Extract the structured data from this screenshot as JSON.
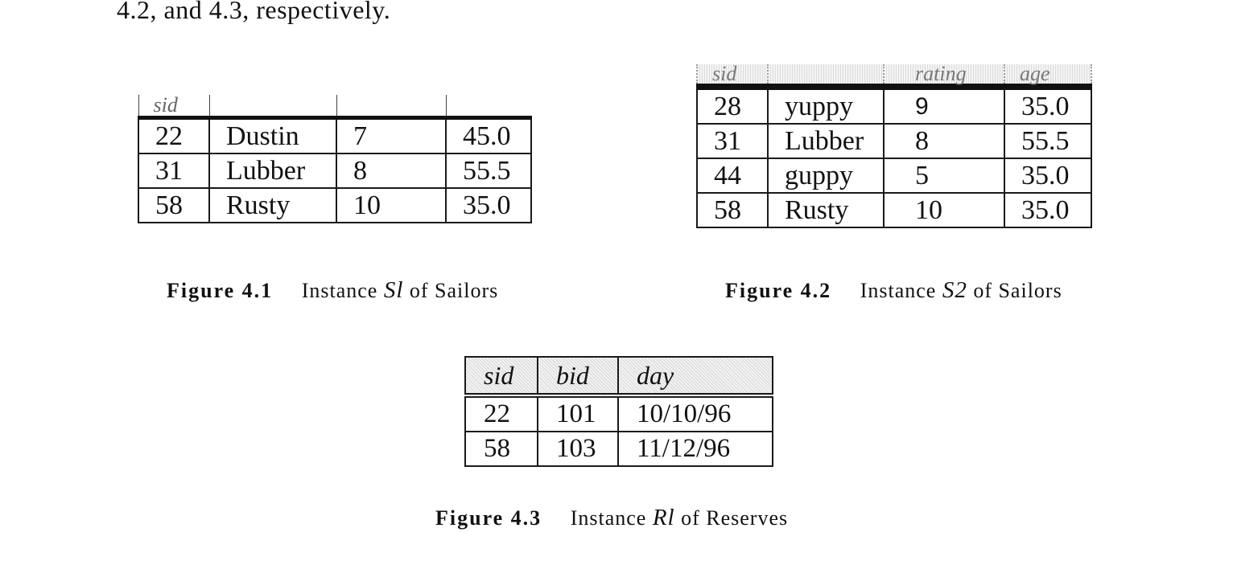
{
  "intro_text": "4.2, and 4.3, respectively.",
  "figures": [
    {
      "id": "S1",
      "header": [
        "sid",
        "",
        "",
        ""
      ],
      "rows": [
        [
          "22",
          "Dustin",
          "7",
          "45.0"
        ],
        [
          "31",
          "Lubber",
          "8",
          "55.5"
        ],
        [
          "58",
          "Rusty",
          "10",
          "35.0"
        ]
      ],
      "caption": {
        "label": "Figure 4.1",
        "prefix": "Instance",
        "name": "Sl",
        "suffix": "of Sailors"
      }
    },
    {
      "id": "S2",
      "header": [
        "sid",
        "",
        "rating",
        "age"
      ],
      "rows": [
        [
          "28",
          "yuppy",
          "9",
          "35.0"
        ],
        [
          "31",
          "Lubber",
          "8",
          "55.5"
        ],
        [
          "44",
          "guppy",
          "5",
          "35.0"
        ],
        [
          "58",
          "Rusty",
          "10",
          "35.0"
        ]
      ],
      "caption": {
        "label": "Figure 4.2",
        "prefix": "Instance",
        "name": "S2",
        "suffix": "of Sailors"
      }
    },
    {
      "id": "R1",
      "header": [
        "sid",
        "bid",
        "day"
      ],
      "rows": [
        [
          "22",
          "101",
          "10/10/96"
        ],
        [
          "58",
          "103",
          "11/12/96"
        ]
      ],
      "caption": {
        "label": "Figure 4.3",
        "prefix": "Instance",
        "name": "Rl",
        "suffix": "of Reserves"
      }
    }
  ]
}
